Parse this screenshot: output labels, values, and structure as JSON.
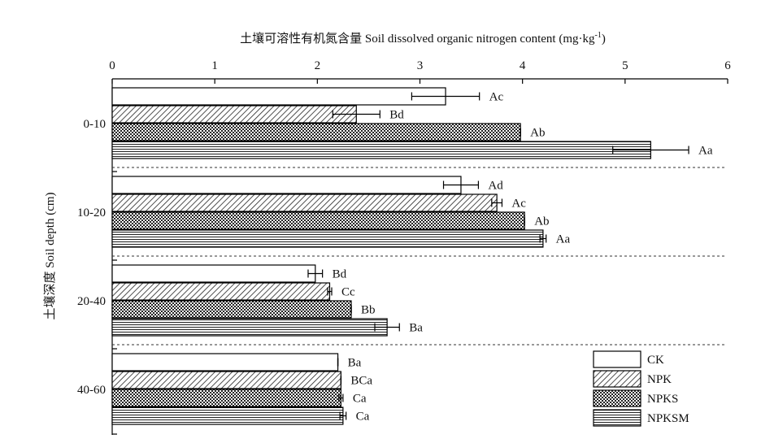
{
  "chart_data": {
    "type": "bar",
    "orientation": "horizontal",
    "title": "土壤可溶性有机氮含量 Soil dissolved organic nitrogen content (mg·kg",
    "title_superscript": "-1",
    "title_suffix": ")",
    "ylabel": "土壤深度 Soil depth (cm)",
    "xlim": [
      0,
      6
    ],
    "x_ticks": [
      "0",
      "1",
      "2",
      "3",
      "4",
      "5",
      "6"
    ],
    "x_axis_position": "top",
    "grid": false,
    "legend_position": "bottom-right",
    "categories": [
      "0-10",
      "10-20",
      "20-40",
      "40-60"
    ],
    "series": [
      {
        "name": "CK",
        "pattern": "blank",
        "values": [
          3.25,
          3.4,
          1.98,
          2.2
        ],
        "errors": [
          0.33,
          0.17,
          0.07,
          0.0
        ],
        "labels": [
          "Ac",
          "Ad",
          "Bd",
          "Ba"
        ]
      },
      {
        "name": "NPK",
        "pattern": "diagonal-hatch",
        "values": [
          2.38,
          3.75,
          2.12,
          2.23
        ],
        "errors": [
          0.23,
          0.05,
          0.02,
          0.0
        ],
        "labels": [
          "Bd",
          "Ac",
          "Cc",
          "BCa"
        ]
      },
      {
        "name": "NPKS",
        "pattern": "crosshatch",
        "values": [
          3.98,
          4.02,
          2.33,
          2.23
        ],
        "errors": [
          0.0,
          0.0,
          0.0,
          0.02
        ],
        "labels": [
          "Ab",
          "Ab",
          "Bb",
          "Ca"
        ]
      },
      {
        "name": "NPKSM",
        "pattern": "horizontal-lines",
        "values": [
          5.25,
          4.2,
          2.68,
          2.25
        ],
        "errors": [
          0.37,
          0.03,
          0.12,
          0.03
        ],
        "labels": [
          "Aa",
          "Aa",
          "Ba",
          "Ca"
        ]
      }
    ]
  }
}
